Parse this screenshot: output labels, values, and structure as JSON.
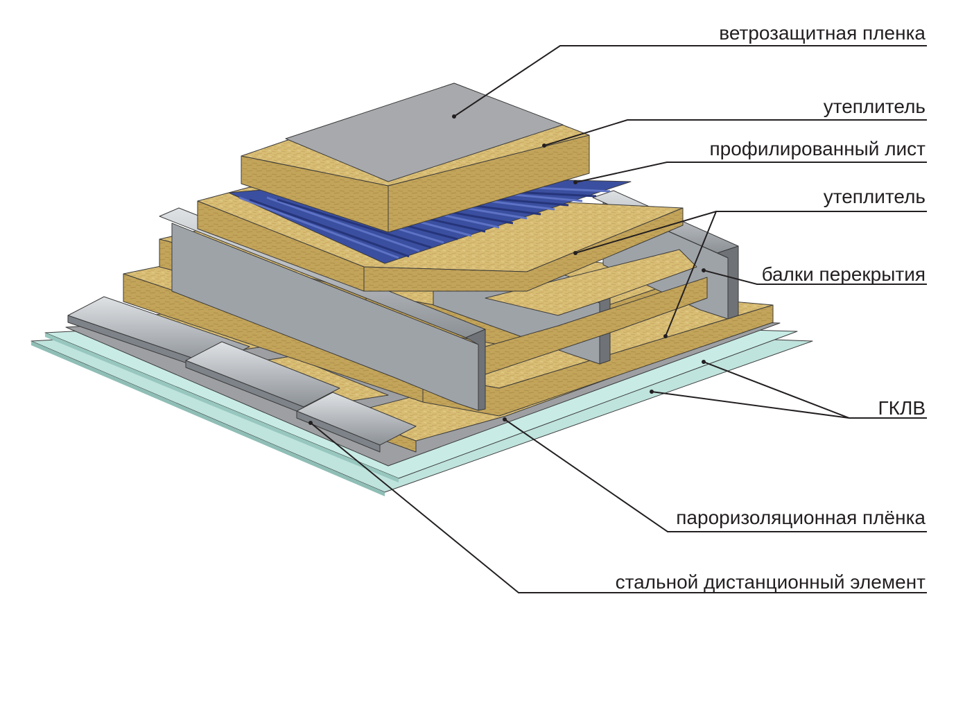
{
  "labels": {
    "wind_film": "ветрозащитная пленка",
    "insulation_top": "утеплитель",
    "profiled_sheet": "профилированный лист",
    "insulation_lower": "утеплитель",
    "floor_beams": "балки перекрытия",
    "gypsum_board": "ГКЛВ",
    "vapor_film": "пароризоляционная плёнка",
    "steel_spacer": "стальной дистанционный элемент"
  },
  "colors": {
    "insulation": "#d8bd74",
    "insulation_side": "#c2a45a",
    "wind_film": "#a7a9ac",
    "profiled_sheet": "#3b4fa0",
    "steel": "#b4b8bd",
    "steel_dark": "#7e8389",
    "gypsum_board": "#bfe3dd",
    "vapor_film": "#9d9fa2",
    "leader_line": "#231f20"
  }
}
